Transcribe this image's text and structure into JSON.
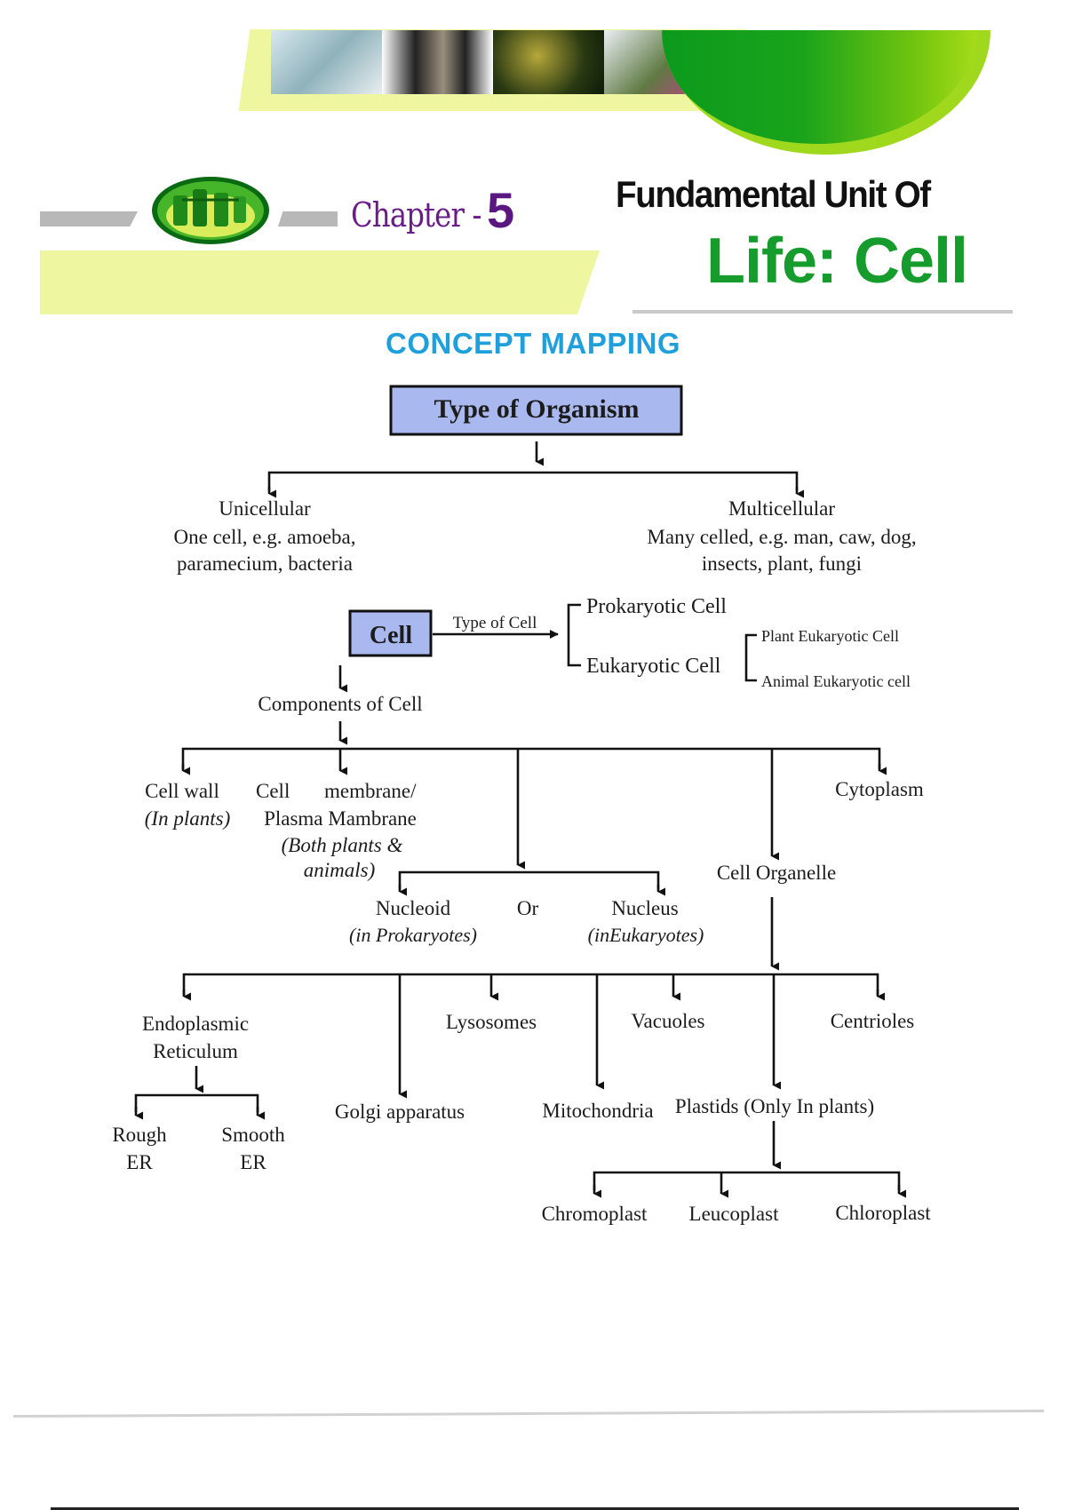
{
  "header": {
    "chapter_label": "Chapter -",
    "chapter_number": "5",
    "title_line1": "Fundamental Unit Of",
    "title_line2": "Life: Cell",
    "section_heading": "CONCEPT MAPPING",
    "icons": {
      "banner": "science-photo-strip",
      "chapter_emblem": "chloroplast-icon"
    }
  },
  "colors": {
    "chapter_purple": "#6a1d86",
    "title_green": "#169c2c",
    "heading_blue": "#1fa0dc",
    "box_fill": "#a9b9ef",
    "banner_yellow": "#eef7a0"
  },
  "concept_map": {
    "root": "Type of Organism",
    "unicellular": {
      "title": "Unicellular",
      "desc_line1": "One cell, e.g. amoeba,",
      "desc_line2": "paramecium, bacteria"
    },
    "multicellular": {
      "title": "Multicellular",
      "desc_line1": "Many celled, e.g. man, caw, dog,",
      "desc_line2": "insects, plant, fungi"
    },
    "cell": "Cell",
    "type_of_cell_label": "Type of Cell",
    "prokaryotic": "Prokaryotic Cell",
    "eukaryotic": "Eukaryotic Cell",
    "plant_eukaryotic": "Plant Eukaryotic Cell",
    "animal_eukaryotic": "Animal Eukaryotic cell",
    "components": "Components of Cell",
    "cell_wall": {
      "title": "Cell wall",
      "note": "(In plants)"
    },
    "cell_membrane": {
      "line1_a": "Cell",
      "line1_b": "membrane/",
      "line2": "Plasma Mambrane",
      "note1": "(Both plants &",
      "note2": "animals)"
    },
    "cytoplasm": "Cytoplasm",
    "cell_organelle": "Cell Organelle",
    "nucleoid": {
      "title": "Nucleoid",
      "note": "(in Prokaryotes)"
    },
    "or_label": "Or",
    "nucleus": {
      "title": "Nucleus",
      "note": "(inEukaryotes)"
    },
    "er": {
      "line1": "Endoplasmic",
      "line2": "Reticulum"
    },
    "rough_er": {
      "line1": "Rough",
      "line2": "ER"
    },
    "smooth_er": {
      "line1": "Smooth",
      "line2": "ER"
    },
    "golgi": "Golgi apparatus",
    "lysosomes": "Lysosomes",
    "mitochondria": "Mitochondria",
    "vacuoles": "Vacuoles",
    "plastids": "Plastids (Only In plants)",
    "centrioles": "Centrioles",
    "chromoplast": "Chromoplast",
    "leucoplast": "Leucoplast",
    "chloroplast": "Chloroplast"
  }
}
